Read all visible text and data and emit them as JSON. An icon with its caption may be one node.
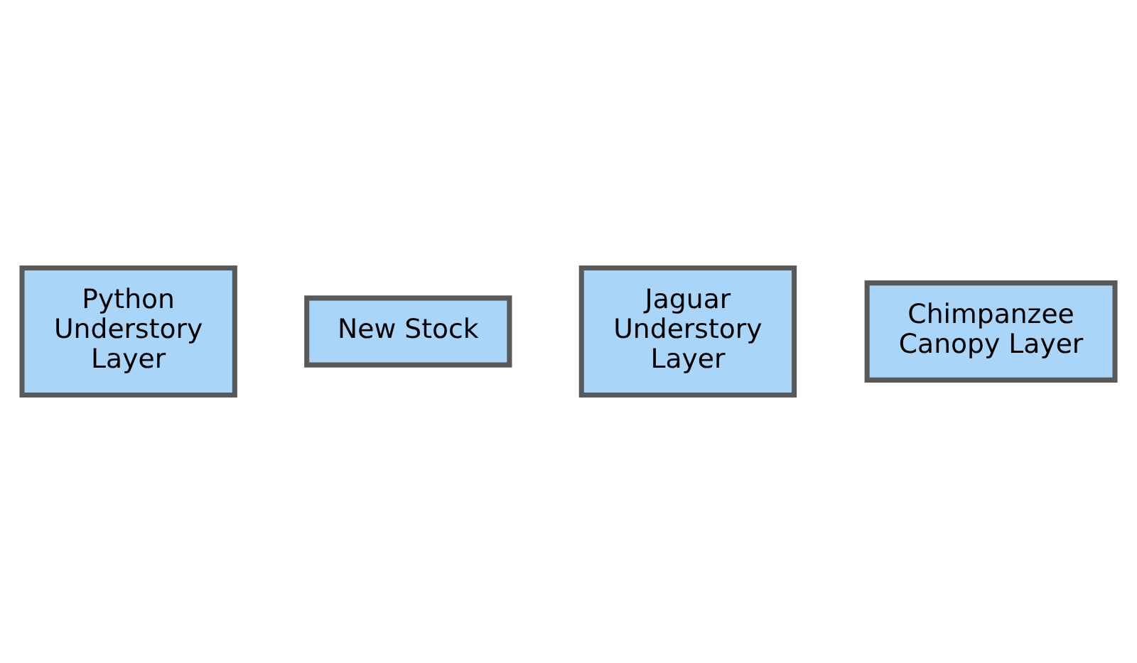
{
  "diagram": {
    "nodes": [
      {
        "text": [
          "Python Understory Layer"
        ]
      },
      {
        "text": [
          "New Stock"
        ]
      },
      {
        "text": [
          "Jaguar Understory Layer"
        ]
      },
      {
        "text": [
          "Chimpanzee Canopy Layer"
        ]
      }
    ],
    "edges": []
  }
}
